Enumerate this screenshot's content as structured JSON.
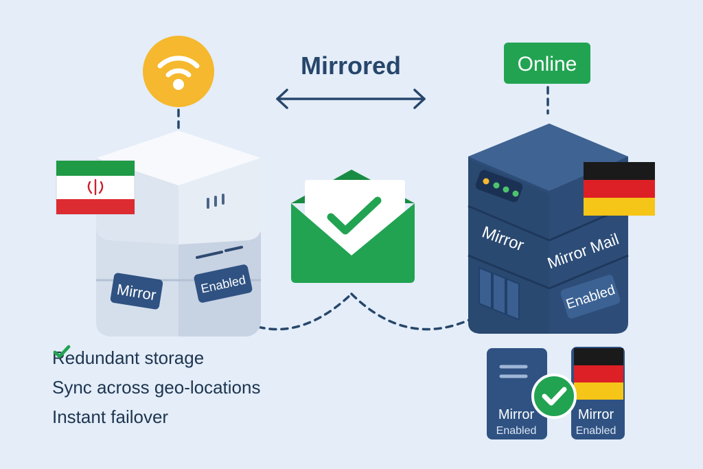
{
  "header": {
    "title": "Mirrored"
  },
  "status_badge": {
    "label": "Online",
    "color": "#22a352"
  },
  "left_server": {
    "flag": "iran-flag-icon",
    "top_icon": "wifi-icon",
    "label_mirror": "Mirror",
    "label_enabled": "Enabled"
  },
  "right_server": {
    "flag": "germany-flag-icon",
    "label_mirror": "Mirror",
    "label_mirror_mail": "Mirror Mail",
    "label_enabled": "Enabled"
  },
  "center": {
    "icon": "envelope-check-icon",
    "color": "#22a352"
  },
  "features": [
    {
      "label": "Redundant storage"
    },
    {
      "label": "Sync across geo-locations"
    },
    {
      "label": "Instant failover"
    }
  ],
  "mini_cards": [
    {
      "title": "Mirror",
      "subtitle": "Enabled",
      "icon": "document-icon"
    },
    {
      "title": "Mirror",
      "subtitle": "Enabled",
      "icon": "germany-flag-icon"
    }
  ],
  "colors": {
    "background": "#e4edf8",
    "accent_yellow": "#f5b82e",
    "accent_green": "#22a352",
    "dark_server": "#2d4d78",
    "text_dark": "#1e3550"
  }
}
